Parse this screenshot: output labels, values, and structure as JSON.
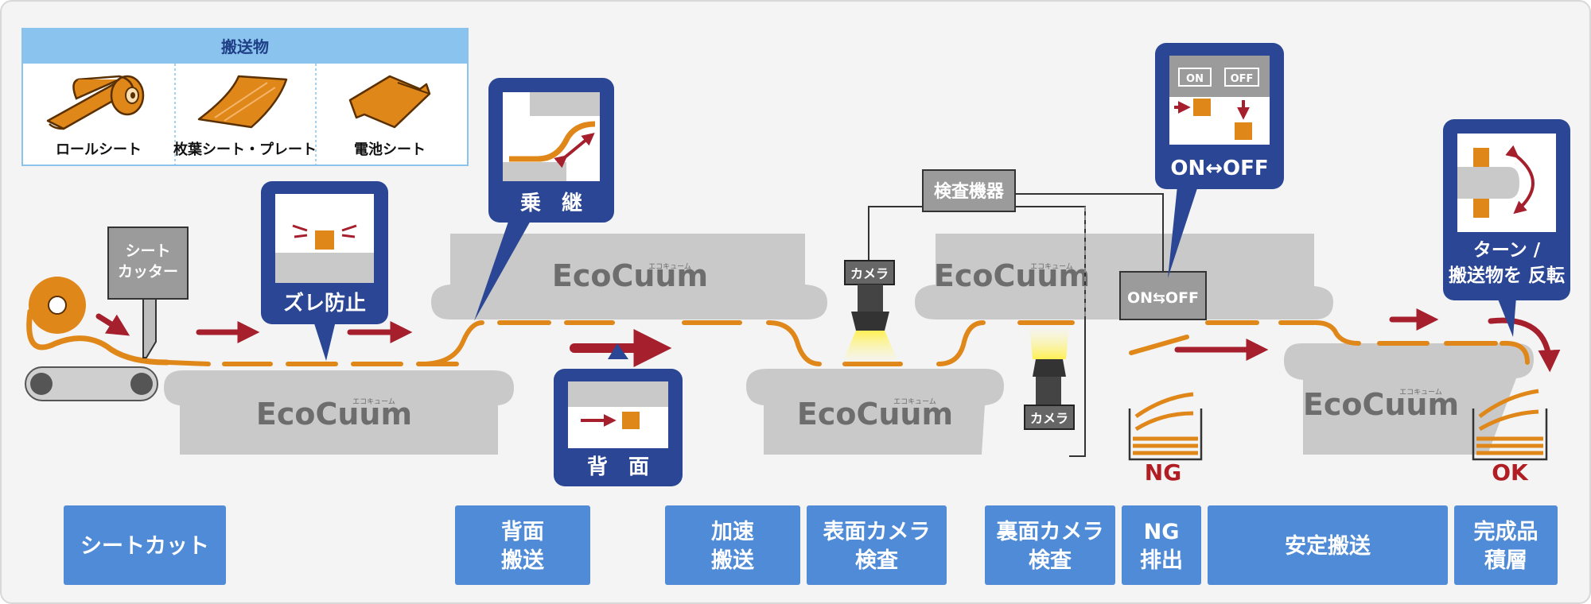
{
  "legend": {
    "title": "搬送物",
    "items": [
      {
        "label": "ロールシート"
      },
      {
        "label": "枚葉シート・プレート"
      },
      {
        "label": "電池シート"
      }
    ]
  },
  "machine": {
    "cutter_line1": "シート",
    "cutter_line2": "カッター",
    "inspection_device": "検査機器",
    "camera": "カメラ",
    "on_off_switch": "ON⇆OFF"
  },
  "brand": {
    "logo": "EcoCuum",
    "logo_kana": "エコキューム"
  },
  "callouts": {
    "misalign": "ズレ防止",
    "transfer": "乗　継",
    "backside": "背　面",
    "onoff": "ON↔OFF",
    "onoff_panel_on": "ON",
    "onoff_panel_off": "OFF",
    "turn_line1": "ターン /",
    "turn_line2": "搬送物を 反転"
  },
  "bins": {
    "ng": "NG",
    "ok": "OK"
  },
  "steps": [
    {
      "line1": "シートカット",
      "line2": ""
    },
    {
      "line1": "背面",
      "line2": "搬送"
    },
    {
      "line1": "加速",
      "line2": "搬送"
    },
    {
      "line1": "表面カメラ",
      "line2": "検査"
    },
    {
      "line1": "裏面カメラ",
      "line2": "検査"
    },
    {
      "line1": "NG",
      "line2": "排出"
    },
    {
      "line1": "安定搬送",
      "line2": ""
    },
    {
      "line1": "完成品",
      "line2": "積層"
    }
  ],
  "colors": {
    "background": "#f4f4f4",
    "frame": "#d8d8d8",
    "conveyor": "#c9c9c9",
    "sheet": "#e0871a",
    "arrow": "#a51f2c",
    "callout": "#2a4694",
    "step_box": "#4f8bd6",
    "legend_header": "#89c3ee",
    "bin_label": "#b01e24"
  }
}
